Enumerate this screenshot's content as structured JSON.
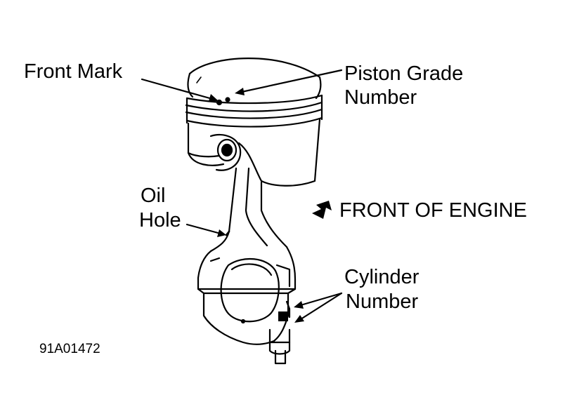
{
  "labels": {
    "front_mark": "Front Mark",
    "piston_grade_line1": "Piston Grade",
    "piston_grade_line2": "Number",
    "oil_hole_line1": "Oil",
    "oil_hole_line2": "Hole",
    "front_of_engine": "FRONT OF ENGINE",
    "cylinder_line1": "Cylinder",
    "cylinder_line2": "Number",
    "figure_code": "91A01472"
  },
  "colors": {
    "ink": "#000000",
    "paper": "#ffffff"
  }
}
